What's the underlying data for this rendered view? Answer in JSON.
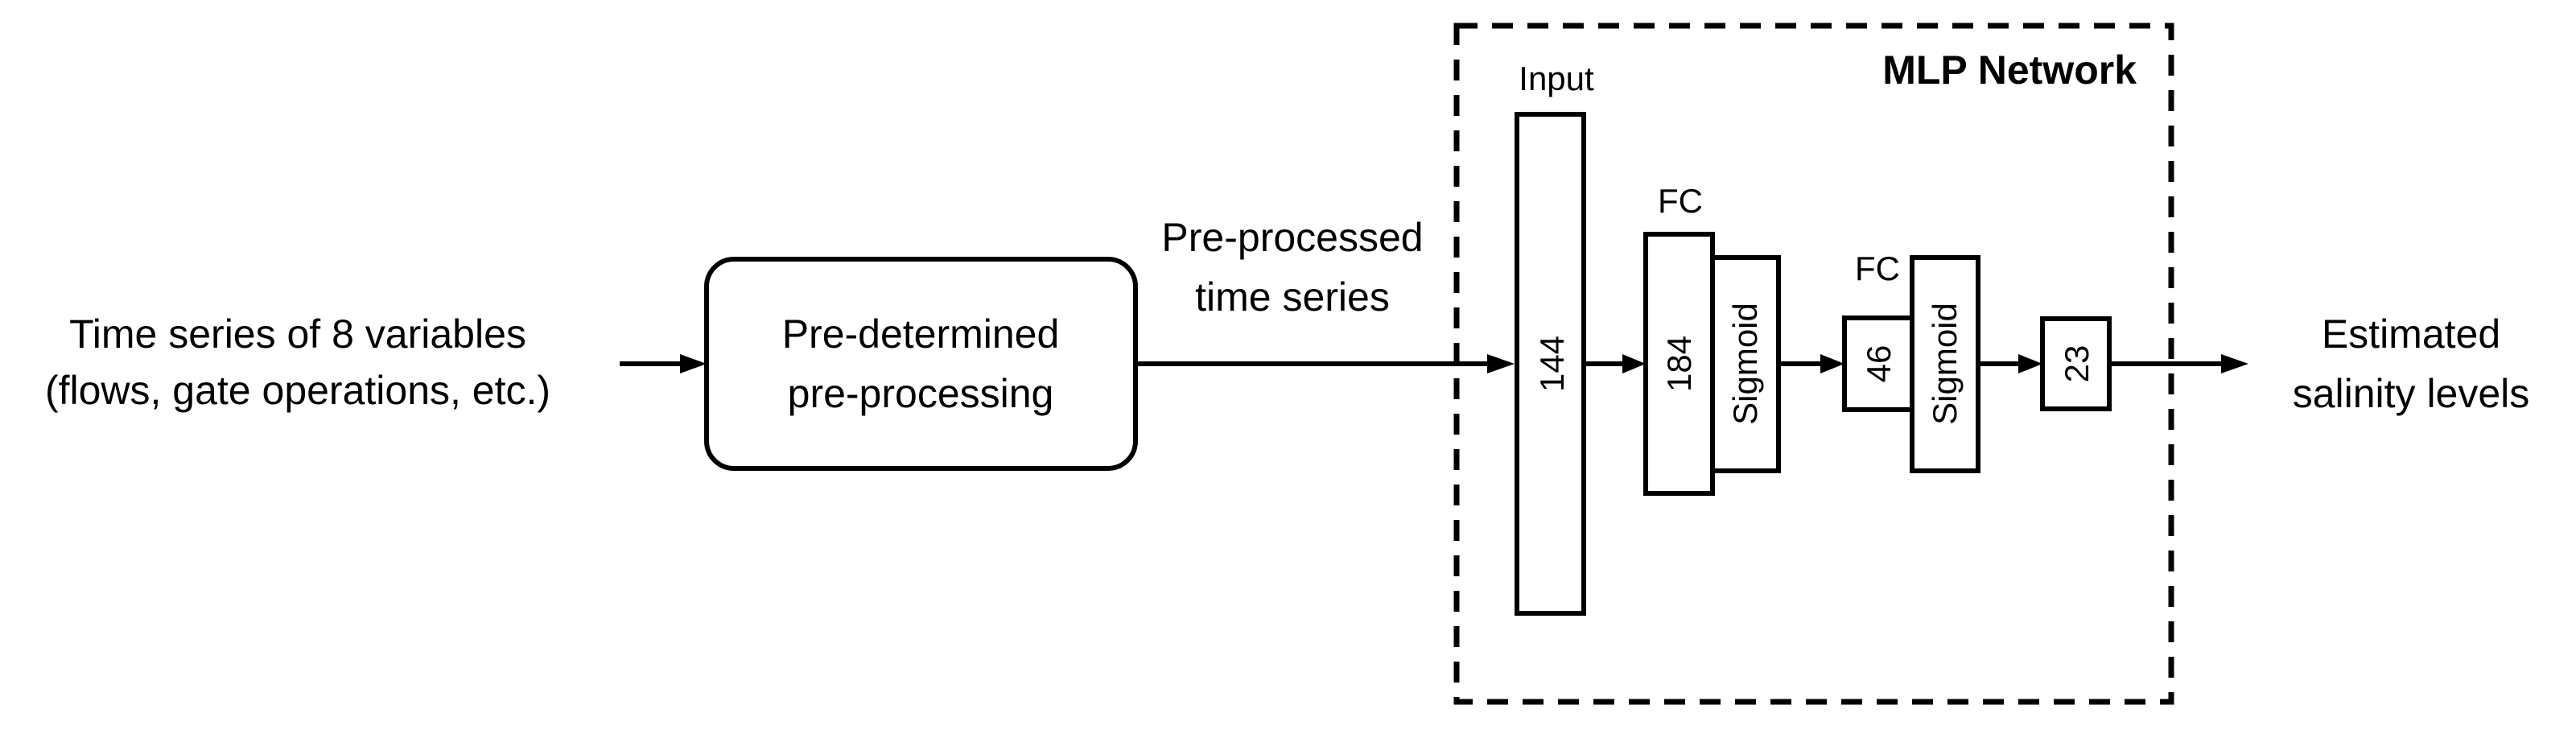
{
  "input_label": {
    "line1": "Time series of 8 variables",
    "line2": "(flows, gate operations, etc.)"
  },
  "preprocessing_box": {
    "line1": "Pre-determined",
    "line2": "pre-processing"
  },
  "preprocessed_label": {
    "line1": "Pre-processed",
    "line2": "time series"
  },
  "network": {
    "title": "MLP Network",
    "input_caption": "Input",
    "input_size": "144",
    "fc1_caption": "FC",
    "fc1_size": "184",
    "sigmoid1": "Sigmoid",
    "fc2_caption": "FC",
    "fc2_size": "46",
    "sigmoid2": "Sigmoid",
    "output_size": "23"
  },
  "output_label": {
    "line1": "Estimated",
    "line2": "salinity levels"
  }
}
